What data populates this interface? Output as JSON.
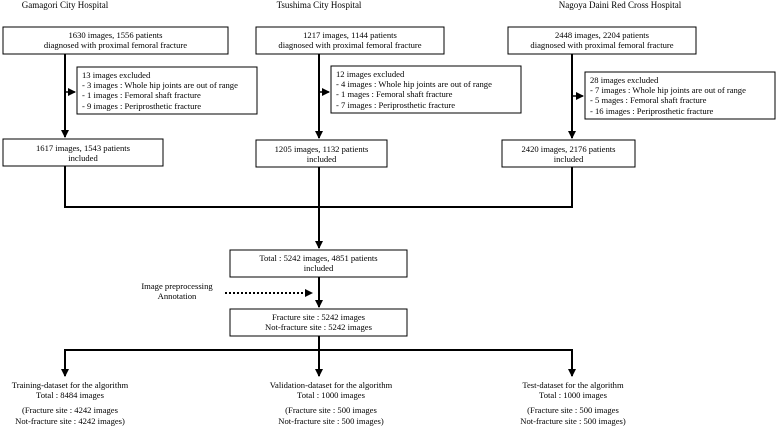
{
  "hospitals": [
    {
      "name": "Gamagori City Hospital",
      "diagnosed": [
        "1630 images, 1556 patients",
        "diagnosed with proximal femoral fracture"
      ],
      "excluded": [
        "13 images excluded",
        "- 3 images : Whole hip joints are out of range",
        "- 1 images : Femoral shaft fracture",
        "- 9 images : Periprosthetic fracture"
      ],
      "included": [
        "1617 images, 1543 patients",
        "included"
      ]
    },
    {
      "name": "Tsushima City Hospital",
      "diagnosed": [
        "1217 images, 1144 patients",
        "diagnosed with proximal femoral fracture"
      ],
      "excluded": [
        "12 images excluded",
        "- 4 images : Whole hip joints are out of range",
        "- 1 mages : Femoral shaft fracture",
        "- 7 images : Periprosthetic fracture"
      ],
      "included": [
        "1205 images, 1132 patients",
        "included"
      ]
    },
    {
      "name": "Nagoya Daini Red Cross Hospital",
      "diagnosed": [
        "2448 images, 2204 patients",
        "diagnosed with proximal femoral fracture"
      ],
      "excluded": [
        "28 images excluded",
        "- 7 images : Whole hip joints are out of range",
        "- 5 mages : Femoral shaft fracture",
        "- 16 images : Periprosthetic fracture"
      ],
      "included": [
        "2420 images, 2176 patients",
        "included"
      ]
    }
  ],
  "total": [
    "Total : 5242 images, 4851 patients",
    "included"
  ],
  "preprocessing": [
    "Image preprocessing",
    "Annotation"
  ],
  "sites": [
    "Fracture site : 5242 images",
    "Not-fracture site : 5242 images"
  ],
  "datasets": [
    [
      "Training-dataset for the algorithm",
      "Total : 8484 images",
      "",
      "(Fracture site : 4242 images",
      "Not-fracture site : 4242 images)"
    ],
    [
      "Validation-dataset for the algorithm",
      "Total : 1000 images",
      "",
      "(Fracture site : 500 images",
      "Not-fracture site : 500 images)"
    ],
    [
      "Test-dataset for the algorithm",
      "Total : 1000 images",
      "",
      "(Fracture site : 500 images",
      "Not-fracture site : 500 images)"
    ]
  ]
}
